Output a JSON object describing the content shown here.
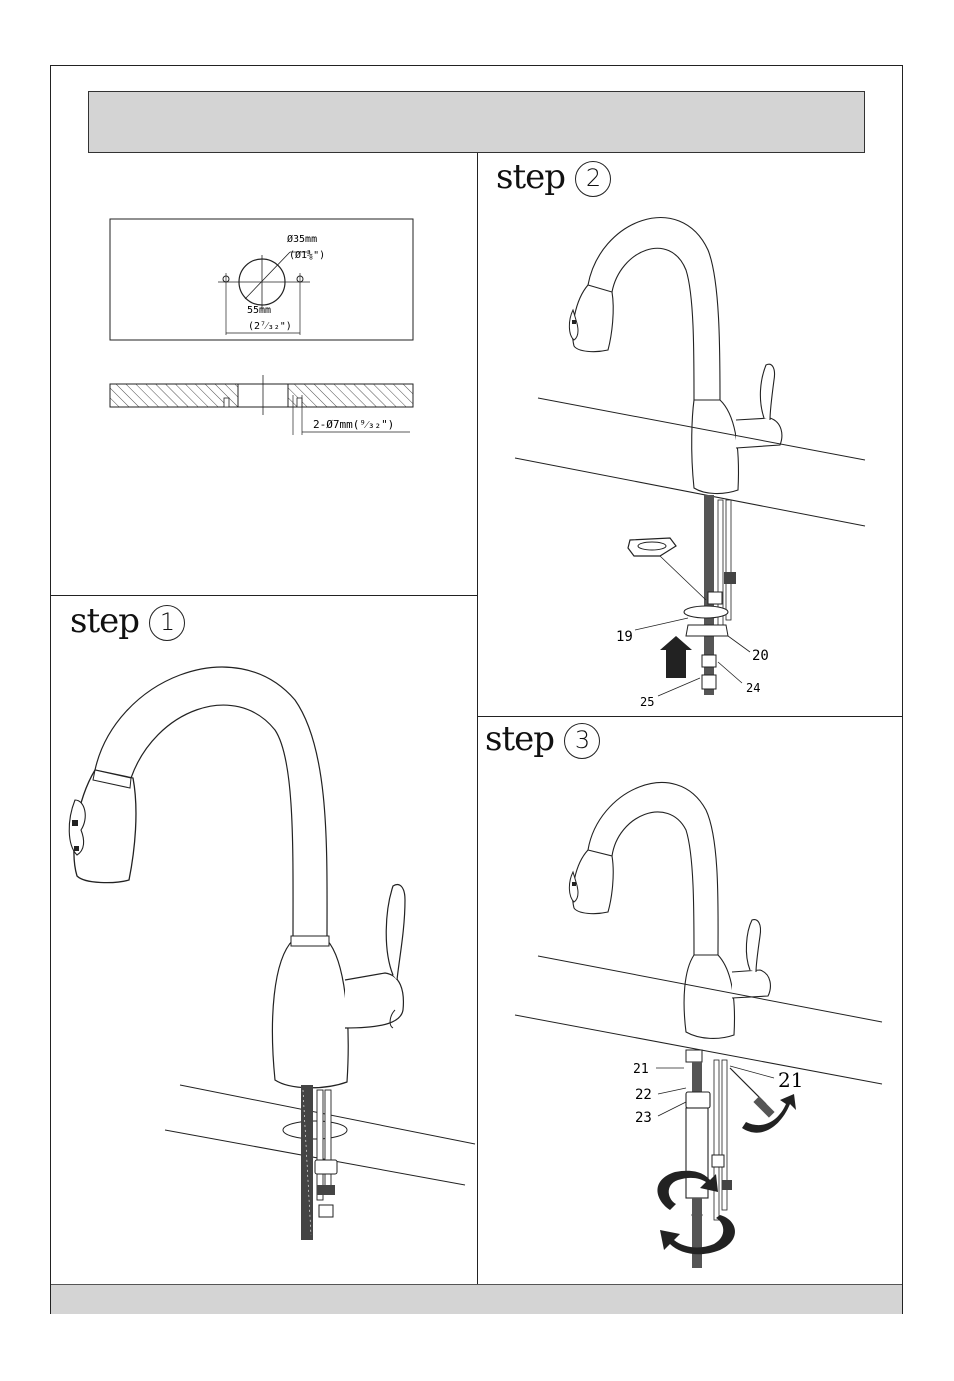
{
  "steps": [
    {
      "word": "step",
      "number": "1"
    },
    {
      "word": "step",
      "number": "2"
    },
    {
      "word": "step",
      "number": "3"
    }
  ],
  "dimension_diagram": {
    "hole_diameter": "Ø35mm",
    "hole_diameter_inch": "(Ø1⅜\")",
    "spacing": "55mm",
    "spacing_inch": "(2⁷⁄₃₂\")",
    "screw_holes": "2-Ø7mm(⁹⁄₃₂\")"
  },
  "step2_parts": [
    "19",
    "20",
    "24",
    "25"
  ],
  "step3_parts": [
    "21",
    "22",
    "23",
    "21"
  ]
}
